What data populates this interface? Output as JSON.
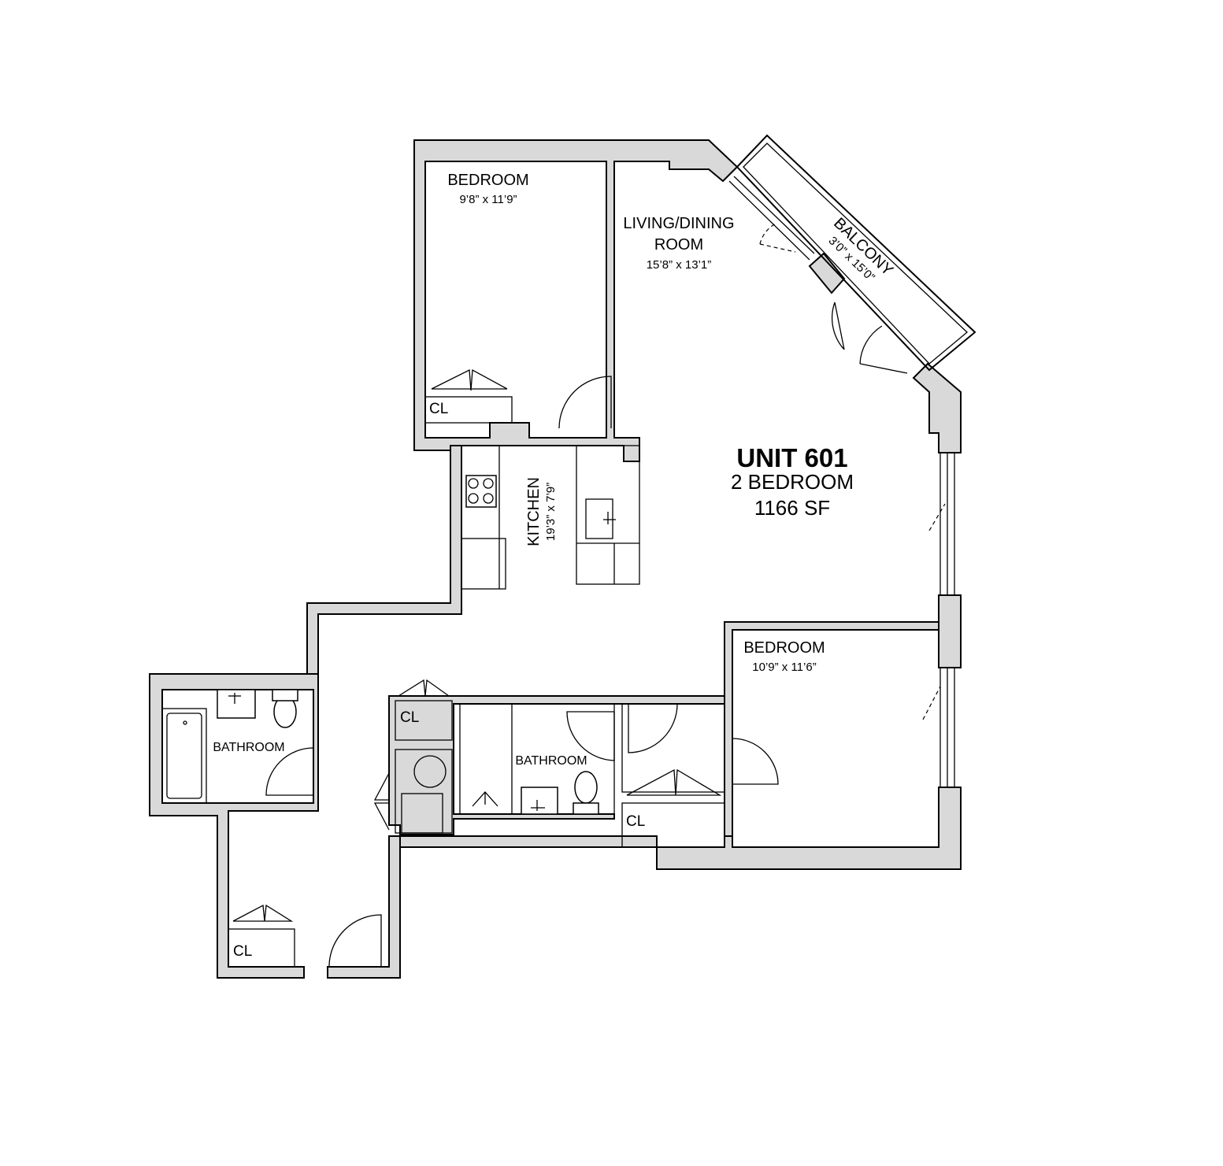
{
  "unit": {
    "title": "UNIT 601",
    "type": "2 BEDROOM",
    "area": "1166 SF"
  },
  "rooms": {
    "bedroom_1": {
      "name": "BEDROOM",
      "dims": "9’8” x 11’9”"
    },
    "living": {
      "name_line1": "LIVING/DINING",
      "name_line2": "ROOM",
      "dims": "15’8” x 13’1”"
    },
    "balcony": {
      "name": "BALCONY",
      "dims": "3’0” x 15’0”"
    },
    "kitchen": {
      "name": "KITCHEN",
      "dims": "19’3” x 7’9”"
    },
    "bedroom_2": {
      "name": "BEDROOM",
      "dims": "10’9” x 11’6”"
    },
    "bathroom_1": {
      "name": "BATHROOM"
    },
    "bathroom_2": {
      "name": "BATHROOM"
    }
  },
  "closets": {
    "bedroom_1_closet": "CL",
    "hall_closet_upper": "CL",
    "bedroom_2_closet": "CL",
    "entry_closet": "CL"
  }
}
